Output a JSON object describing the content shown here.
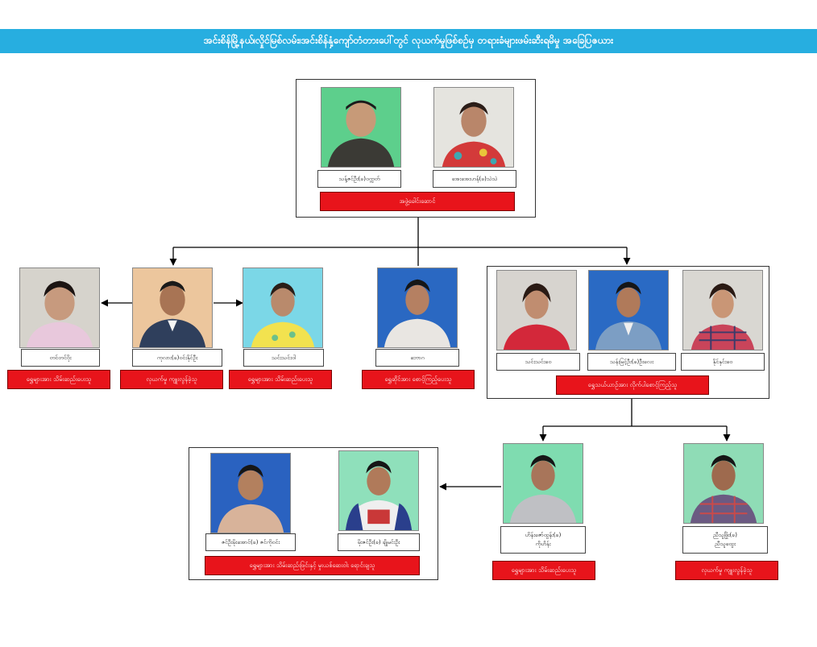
{
  "title": "အင်းစိန်မြို့နယ်၊လှိုင်မြစ်လမ်း၊အင်းစိန်နှံ့ကျော်တံတားပေါ်တွင် လုယက်မှုဖြစ်စဉ်မှ တရားခံများဖမ်းဆီးရမိမှု အခြေပြဇယား",
  "leaders": {
    "names": [
      "သန့်ဇင်ဦး(ခ)ဝက္ကတ်",
      "အေးအေးဟန်(ခ)သဲသဲ"
    ],
    "role": "အဖွဲ့ခေါင်းဆောင်"
  },
  "left_group": {
    "names": [
      "တင်တင်ဝိုး",
      "ကုလား(ခ)ဝင်းနိုင်ဦး",
      "သင်းသင်းဝါ"
    ],
    "roles": [
      "ရွှေများအား သိမ်းဆည်းပေးသူ",
      "လုယက်မှု ကျူးလွန်ခဲ့သူ",
      "ရွှေများအား သိမ်းဆည်းပေးသူ"
    ]
  },
  "middle": {
    "name": "ဘောဂ",
    "role": "ရွှေဆိုင်အား စောင့်ကြည့်ပေးသူ"
  },
  "right_group": {
    "names": [
      "သင်းသင်းဝေ",
      "သန်းမြင့်ဦး(ခ)ဦးလေး",
      "နိုင်နှင်းဝေ"
    ],
    "role": "ရွှေသယ်ယာဉ်အား လိုက်ပါစောင့်ကြည့်သူ"
  },
  "bottom_right": {
    "names": [
      "ဟိန်းဇော်ထွန်း(ခ)",
      "ကိုဟိန်း",
      "ညီသူဖြိုး(ခ)",
      "ညီသူထွေး"
    ],
    "roles": [
      "ရွှေများအား သိမ်းဆည်းပေးသူ",
      "လုယက်မှု ကျူးလွန်ခဲ့သူ"
    ]
  },
  "bottom_left": {
    "names": [
      "ဇင်ဦးမိုးအောင်(ခ) ဇင်ကိုဝင်း",
      "မိုးဇင်ဦး(ခ) ချိုမင်းဦး"
    ],
    "role": "ရွှေများအား သိမ်းဆည်းဖြင်းနှင့် မှုးယစ်ဆေးဝါး ရောင်းချသူ"
  },
  "colors": {
    "banner": "#27aee0",
    "role_box": "#e8141b",
    "line": "#000000"
  }
}
